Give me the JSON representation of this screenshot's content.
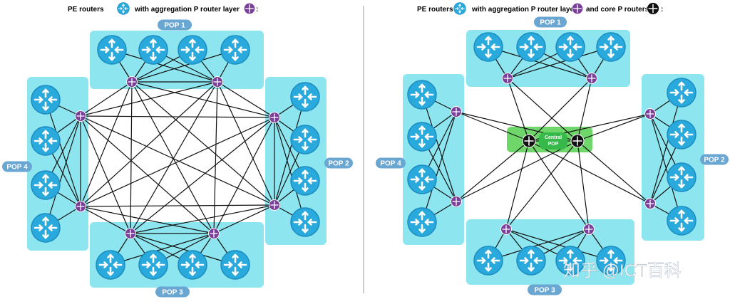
{
  "colors": {
    "pe_router": "#29a9dc",
    "pe_router_dark": "#1a8cc0",
    "p_router": "#7b3f99",
    "core_router": "#111111",
    "pop_box": "#8de6ef",
    "pop_label_bg": "#6aa6d2",
    "central_pop": "#6fd76a",
    "central_label_bg": "#36b94a",
    "link": "#111111",
    "divider": "#999999",
    "watermark": "#ffffff"
  },
  "left_diagram": {
    "legend": {
      "pe_text": "PE routers",
      "agg_text": "with aggregation P router layer",
      "colon": ":"
    },
    "pops": {
      "top": "POP 1",
      "right": "POP 2",
      "bottom": "POP 3",
      "left": "POP 4"
    }
  },
  "right_diagram": {
    "legend": {
      "pe_text": "PE routers",
      "agg_text": "with aggregation P router layer",
      "core_text": "and core P routers",
      "colon": ":"
    },
    "pops": {
      "top": "POP 1",
      "right": "POP 2",
      "bottom": "POP 3",
      "left": "POP 4"
    },
    "central_pop": [
      "Central",
      "POP"
    ]
  },
  "watermark": "知乎 @ICT百科"
}
